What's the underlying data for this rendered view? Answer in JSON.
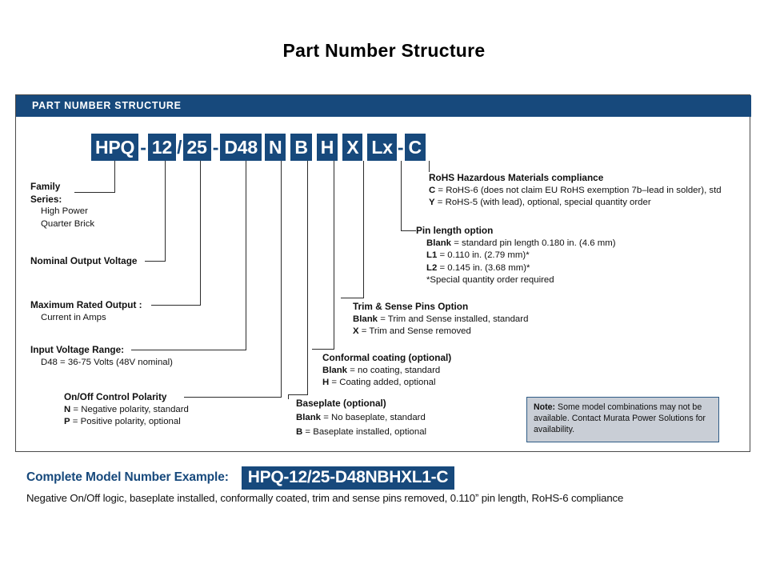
{
  "page": {
    "title": "Part Number Structure"
  },
  "panel": {
    "header_label": "PART NUMBER STRUCTURE"
  },
  "part_number": {
    "segments": [
      {
        "text": "HPQ",
        "type": "box"
      },
      {
        "text": "-",
        "type": "separator"
      },
      {
        "text": "12",
        "type": "box"
      },
      {
        "text": "/",
        "type": "separator"
      },
      {
        "text": "25",
        "type": "box"
      },
      {
        "text": "-",
        "type": "separator"
      },
      {
        "text": "D48",
        "type": "box"
      },
      {
        "text": "N",
        "type": "box"
      },
      {
        "text": "B",
        "type": "box"
      },
      {
        "text": "H",
        "type": "box"
      },
      {
        "text": "X",
        "type": "box"
      },
      {
        "text": "Lx",
        "type": "box"
      },
      {
        "text": "-",
        "type": "separator"
      },
      {
        "text": "C",
        "type": "box"
      }
    ]
  },
  "annotations": {
    "family_series": {
      "heading_line1": "Family",
      "heading_line2": "Series:",
      "detail1": "High Power",
      "detail2": "Quarter Brick"
    },
    "nominal_output_voltage": {
      "heading": "Nominal Output Voltage"
    },
    "maximum_rated_output": {
      "heading": "Maximum Rated Output :",
      "detail1": "Current in Amps"
    },
    "input_voltage_range": {
      "heading": "Input Voltage Range:",
      "detail1": "D48 = 36-75 Volts (48V nominal)"
    },
    "onoff_control_polarity": {
      "heading": "On/Off Control Polarity",
      "option_n_key": "N",
      "option_n_text": " = Negative polarity, standard",
      "option_p_key": "P",
      "option_p_text": " = Positive polarity, optional"
    },
    "baseplate": {
      "heading": "Baseplate (optional)",
      "option_blank_key": "Blank",
      "option_blank_text": " = No baseplate, standard",
      "option_b_key": "B",
      "option_b_text": " = Baseplate installed, optional"
    },
    "conformal_coating": {
      "heading": "Conformal coating (optional)",
      "option_blank_key": "Blank",
      "option_blank_text": " = no coating, standard",
      "option_h_key": "H",
      "option_h_text": " = Coating added, optional"
    },
    "trim_and_sense": {
      "heading": "Trim & Sense Pins Option",
      "option_blank_key": "Blank",
      "option_blank_text": " = Trim and Sense installed, standard",
      "option_x_key": "X",
      "option_x_text": " = Trim and Sense removed"
    },
    "pin_length": {
      "heading": "Pin length option",
      "option_blank_key": "Blank",
      "option_blank_text": " = standard pin length 0.180 in. (4.6 mm)",
      "option_l1_key": "L1",
      "option_l1_text": " = 0.110 in. (2.79 mm)*",
      "option_l2_key": "L2",
      "option_l2_text": " = 0.145 in. (3.68 mm)*",
      "footnote": "*Special quantity order required"
    },
    "rohs": {
      "heading": "RoHS Hazardous Materials compliance",
      "option_c_key": "C",
      "option_c_text": " = RoHS-6 (does not claim EU RoHS exemption 7b–lead in solder), std",
      "option_y_key": "Y",
      "option_y_text": " = RoHS-5 (with lead), optional, special quantity order"
    }
  },
  "note": {
    "label": "Note:",
    "text": " Some model combinations may not be available. Contact Murata Power Solutions for availability."
  },
  "example": {
    "label": "Complete Model Number Example:",
    "code": "HPQ-12/25-D48NBHXL1-C",
    "description": "Negative On/Off logic, baseplate installed, conformally coated, trim and sense pins removed, 0.110ˮ pin length, RoHS-6 compliance"
  },
  "colors": {
    "brand_blue": "#17497c",
    "panel_border": "#4a4a4a",
    "leader_line": "#2b2b2b",
    "note_bg": "#c9ced6",
    "note_border": "#2e5c86",
    "text": "#111111"
  }
}
